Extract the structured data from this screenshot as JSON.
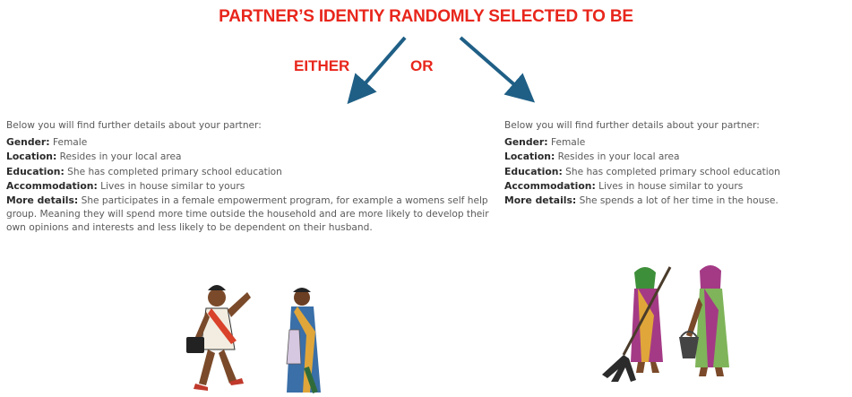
{
  "header": {
    "title": "PARTNER’S IDENTIY RANDOMLY SELECTED TO BE",
    "either": "EITHER",
    "or": "OR"
  },
  "left_panel": {
    "intro": "Below you will find further details about your partner:",
    "rows": [
      {
        "label": "Gender:",
        "value": "Female"
      },
      {
        "label": "Location:",
        "value": "Resides in your local area"
      },
      {
        "label": "Education:",
        "value": "She has completed primary school education"
      },
      {
        "label": "Accommodation:",
        "value": "Lives in house similar to yours"
      },
      {
        "label": "More details:",
        "value": "She participates in a female empowerment program, for example a womens self help group. Meaning they will spend more time outside the household and are more likely to develop their own opinions and interests and less likely to be dependent on their husband."
      }
    ],
    "image": "empowered-women-illustration"
  },
  "right_panel": {
    "intro": "Below you will find further details about your partner:",
    "rows": [
      {
        "label": "Gender:",
        "value": "Female"
      },
      {
        "label": "Location:",
        "value": "Resides in your local area"
      },
      {
        "label": "Education:",
        "value": "She has completed primary school education"
      },
      {
        "label": "Accommodation:",
        "value": "Lives in house similar to yours"
      },
      {
        "label": "More details:",
        "value": "She spends a lot of her time in the house."
      }
    ],
    "image": "household-women-illustration"
  },
  "colors": {
    "accent_red": "#e8261c",
    "arrow": "#1f5f86",
    "label_text": "#2b2b2b",
    "body_text": "#5a5a5a"
  }
}
